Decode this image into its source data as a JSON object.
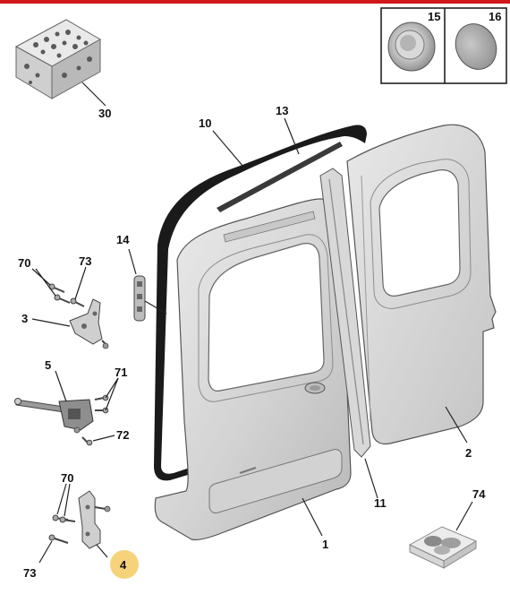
{
  "header": {
    "accent_color": "#d01818"
  },
  "inset": {
    "part_a": {
      "number": "15"
    },
    "part_b": {
      "number": "16"
    }
  },
  "callouts": {
    "c1": "1",
    "c2": "2",
    "c3": "3",
    "c4": "4",
    "c5": "5",
    "c10": "10",
    "c11": "11",
    "c13": "13",
    "c14": "14",
    "c30": "30",
    "c70a": "70",
    "c70b": "70",
    "c71": "71",
    "c72": "72",
    "c73a": "73",
    "c73b": "73",
    "c74": "74"
  },
  "highlight": {
    "part": "4",
    "color": "#f6d27a"
  },
  "colors": {
    "panel_fill": "#cfcfcf",
    "panel_light": "#e4e4e4",
    "panel_dark": "#9a9a9a",
    "outline": "#555555",
    "seal": "#1a1a1a"
  }
}
